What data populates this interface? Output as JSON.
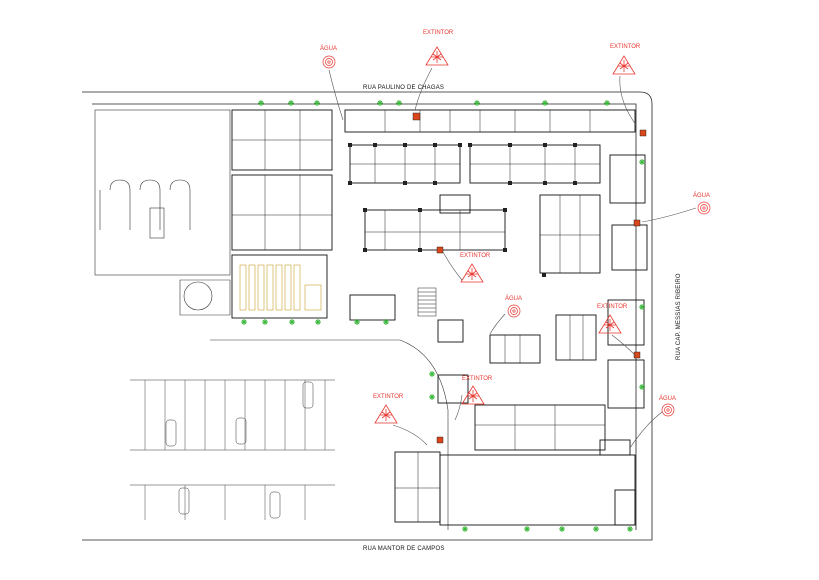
{
  "streets": {
    "north": "RUA PAULINO DE CHAGAS",
    "south": "RUA MANTOR DE CAMPOS",
    "east": "RUA CAP. MESSIAS RIBEIRO"
  },
  "markers": {
    "extintor_label": "EXTINTOR",
    "agua_label": "ÁGUA"
  },
  "colors": {
    "wall": "#111111",
    "marker": "#e8362f",
    "tree": "#3cb93c",
    "fire_box": "#d9481c"
  }
}
